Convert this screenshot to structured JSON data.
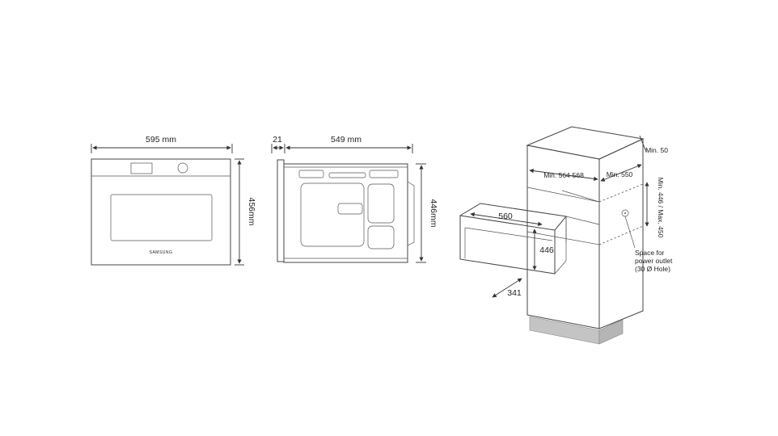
{
  "front_view": {
    "width_label": "595 mm",
    "height_label": "456mm",
    "brand": "SAMSUNG"
  },
  "side_view": {
    "depth_front_label": "21",
    "depth_label": "549 mm",
    "height_label": "446mm"
  },
  "installation_view": {
    "oven_width": "560",
    "oven_height": "446",
    "oven_depth": "341",
    "cabinet_width": "Min. 564-568",
    "cabinet_depth": "Min. 550",
    "top_clearance": "Min. 50",
    "niche_height": "Min. 446 / Max. 450",
    "outlet_line1": "Space for",
    "outlet_line2": "power outlet",
    "outlet_line3": "(30 Ø Hole)"
  }
}
